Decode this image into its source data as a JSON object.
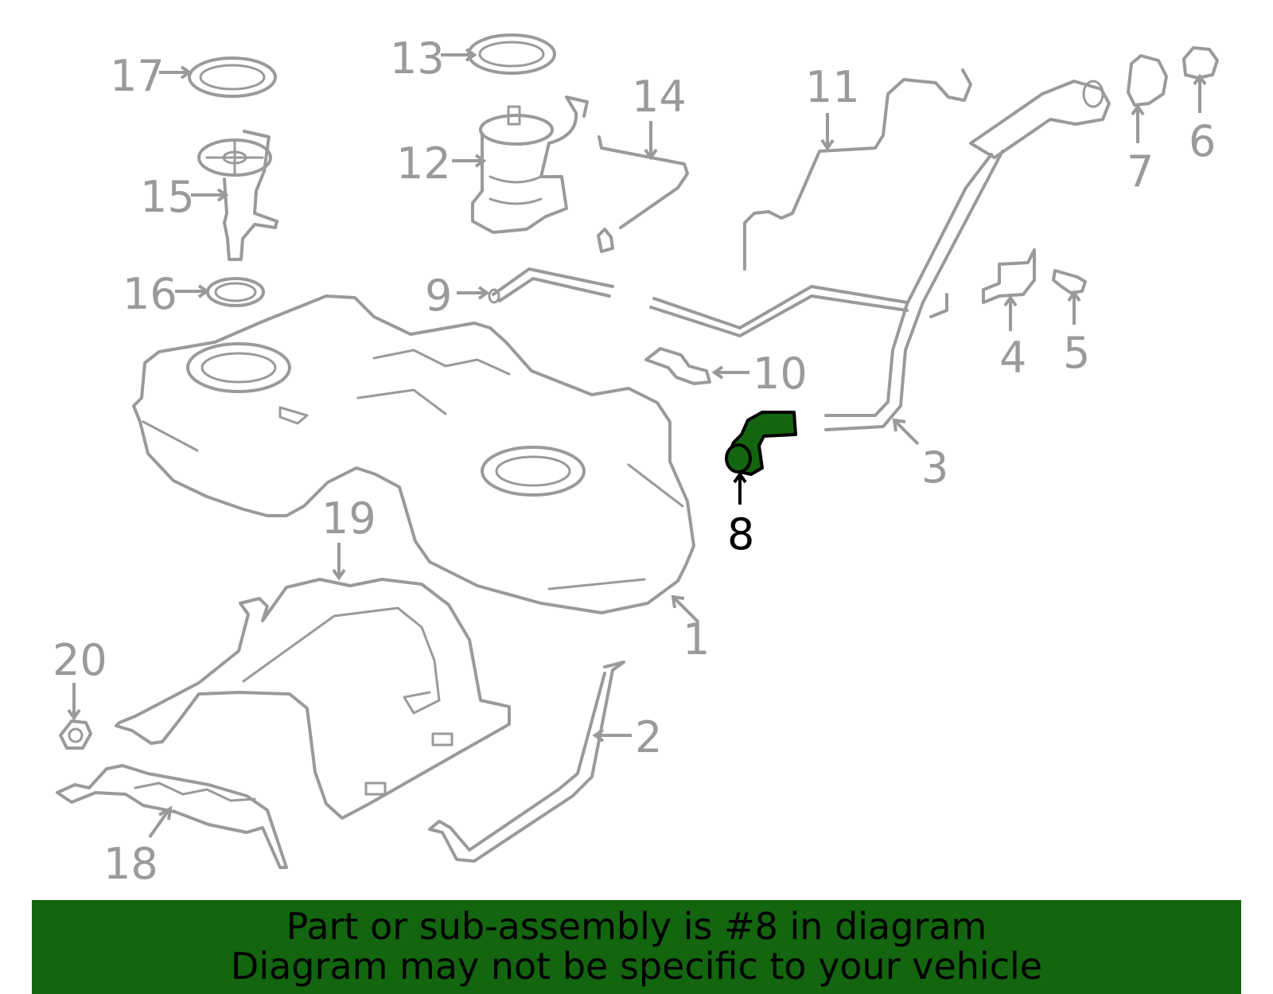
{
  "callouts": {
    "c1": "1",
    "c2": "2",
    "c3": "3",
    "c4": "4",
    "c5": "5",
    "c6": "6",
    "c7": "7",
    "c8": "8",
    "c9": "9",
    "c10": "10",
    "c11": "11",
    "c12": "12",
    "c13": "13",
    "c14": "14",
    "c15": "15",
    "c16": "16",
    "c17": "17",
    "c18": "18",
    "c19": "19",
    "c20": "20"
  },
  "highlighted_part": "8",
  "colors": {
    "line": "#9a9a9a",
    "highlight": "#13650f",
    "banner": "#13650f"
  },
  "banner": {
    "line1": "Part or sub-assembly is #8 in diagram",
    "line2": "Diagram may not be specific to your vehicle"
  }
}
